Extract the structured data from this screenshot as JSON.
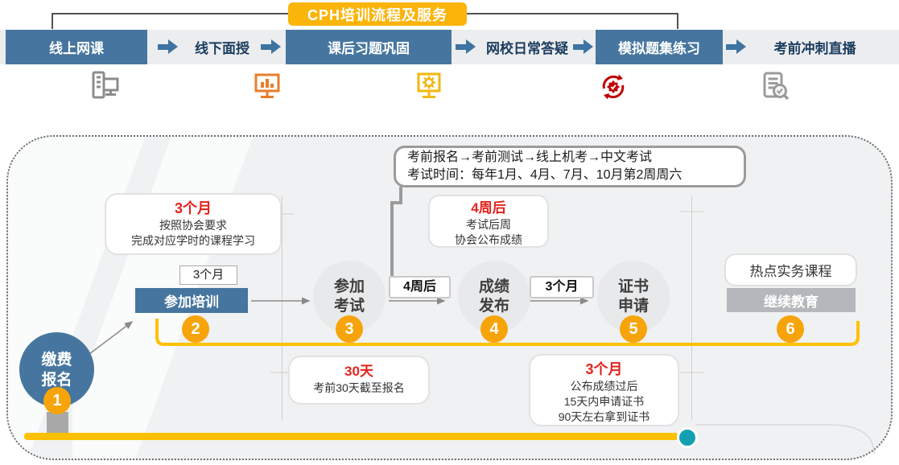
{
  "title": {
    "label": "CPH培训流程及服务"
  },
  "stages": [
    {
      "label": "线上网课"
    },
    {
      "label": "线下面授"
    },
    {
      "label": "课后习题巩固"
    },
    {
      "label": "网校日常答疑"
    },
    {
      "label": "模拟题集练习"
    },
    {
      "label": "考前冲刺直播"
    }
  ],
  "icons": [
    {
      "name": "online-course-computer-icon"
    },
    {
      "name": "classroom-presentation-icon"
    },
    {
      "name": "exercise-monitor-gear-icon"
    },
    {
      "name": "mock-practice-refresh-gear-icon"
    },
    {
      "name": "live-sprint-doc-search-icon"
    }
  ],
  "exam_info": {
    "line1": "考前报名→考前测试→线上机考→中文考试",
    "line2": "考试时间：每年1月、4月、7月、10月第2周周六"
  },
  "flow": {
    "step1": {
      "line1": "缴费",
      "line2": "报名",
      "badge": "1"
    },
    "step2": {
      "label": "参加培训",
      "badge": "2",
      "duration": "3个月"
    },
    "step3": {
      "line1": "参加",
      "line2": "考试",
      "badge": "3"
    },
    "step4": {
      "line1": "成绩",
      "line2": "发布",
      "badge": "4"
    },
    "step5": {
      "line1": "证书",
      "line2": "申请",
      "badge": "5"
    },
    "step6": {
      "label": "继续教育",
      "badge": "6",
      "course": "热点实务课程"
    },
    "gap_3_to_4": "4周后",
    "gap_4_to_5": "3个月"
  },
  "notes": {
    "training": {
      "title": "3个月",
      "lines": [
        "按照协会要求",
        "完成对应学时的课程学习"
      ]
    },
    "score": {
      "title": "4周后",
      "lines": [
        "考试后周",
        "协会公布成绩"
      ]
    },
    "registration": {
      "title": "30天",
      "lines": [
        "考前30天截至报名"
      ]
    },
    "certificate": {
      "title": "3个月",
      "lines": [
        "公布成绩过后",
        "15天内申请证书",
        "90天左右拿到证书"
      ]
    }
  },
  "colors": {
    "brand_blue": "#46769F",
    "banner_yellow": "#FBB40A",
    "accent_yellow": "#FFC003",
    "badge_orange": "#F7A40A",
    "red_text": "#E3231D",
    "teal_dot": "#14A0B2"
  }
}
